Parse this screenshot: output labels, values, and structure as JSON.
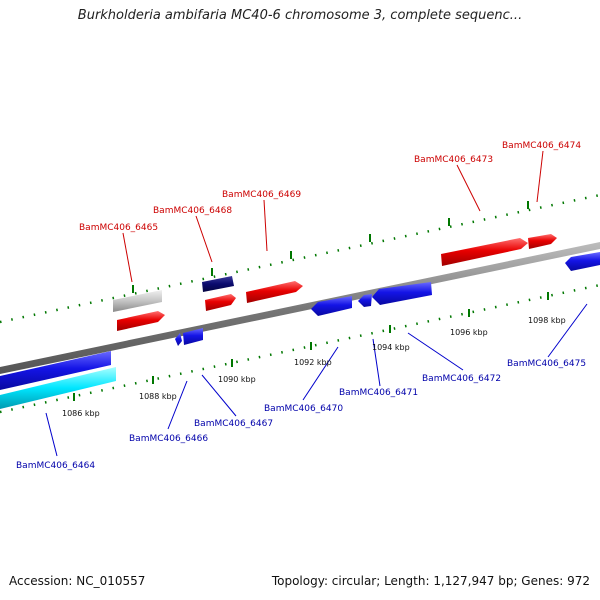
{
  "header": {
    "title": "Burkholderia ambifaria MC40-6 chromosome 3, complete sequenc..."
  },
  "footer": {
    "accession": "Accession: NC_010557",
    "stats": "Topology: circular; Length: 1,127,947 bp; Genes: 972"
  },
  "scale_labels": [
    "1086 kbp",
    "1088 kbp",
    "1090 kbp",
    "1092 kbp",
    "1094 kbp",
    "1096 kbp",
    "1098 kbp"
  ],
  "genes_forward": [
    "BamMC406_6465",
    "BamMC406_6468",
    "BamMC406_6469",
    "BamMC406_6473",
    "BamMC406_6474"
  ],
  "genes_reverse": [
    "BamMC406_6464",
    "BamMC406_6466",
    "BamMC406_6467",
    "BamMC406_6470",
    "BamMC406_6471",
    "BamMC406_6472",
    "BamMC406_6475"
  ],
  "colors": {
    "forward_gene": "#e00000",
    "reverse_gene": "#1010e0",
    "backbone": "#888888",
    "tick": "#007700",
    "pseudo_gene": "#c8c8c8",
    "dark_gene": "#0a0a6e",
    "cyan_gene": "#00e0ff"
  }
}
